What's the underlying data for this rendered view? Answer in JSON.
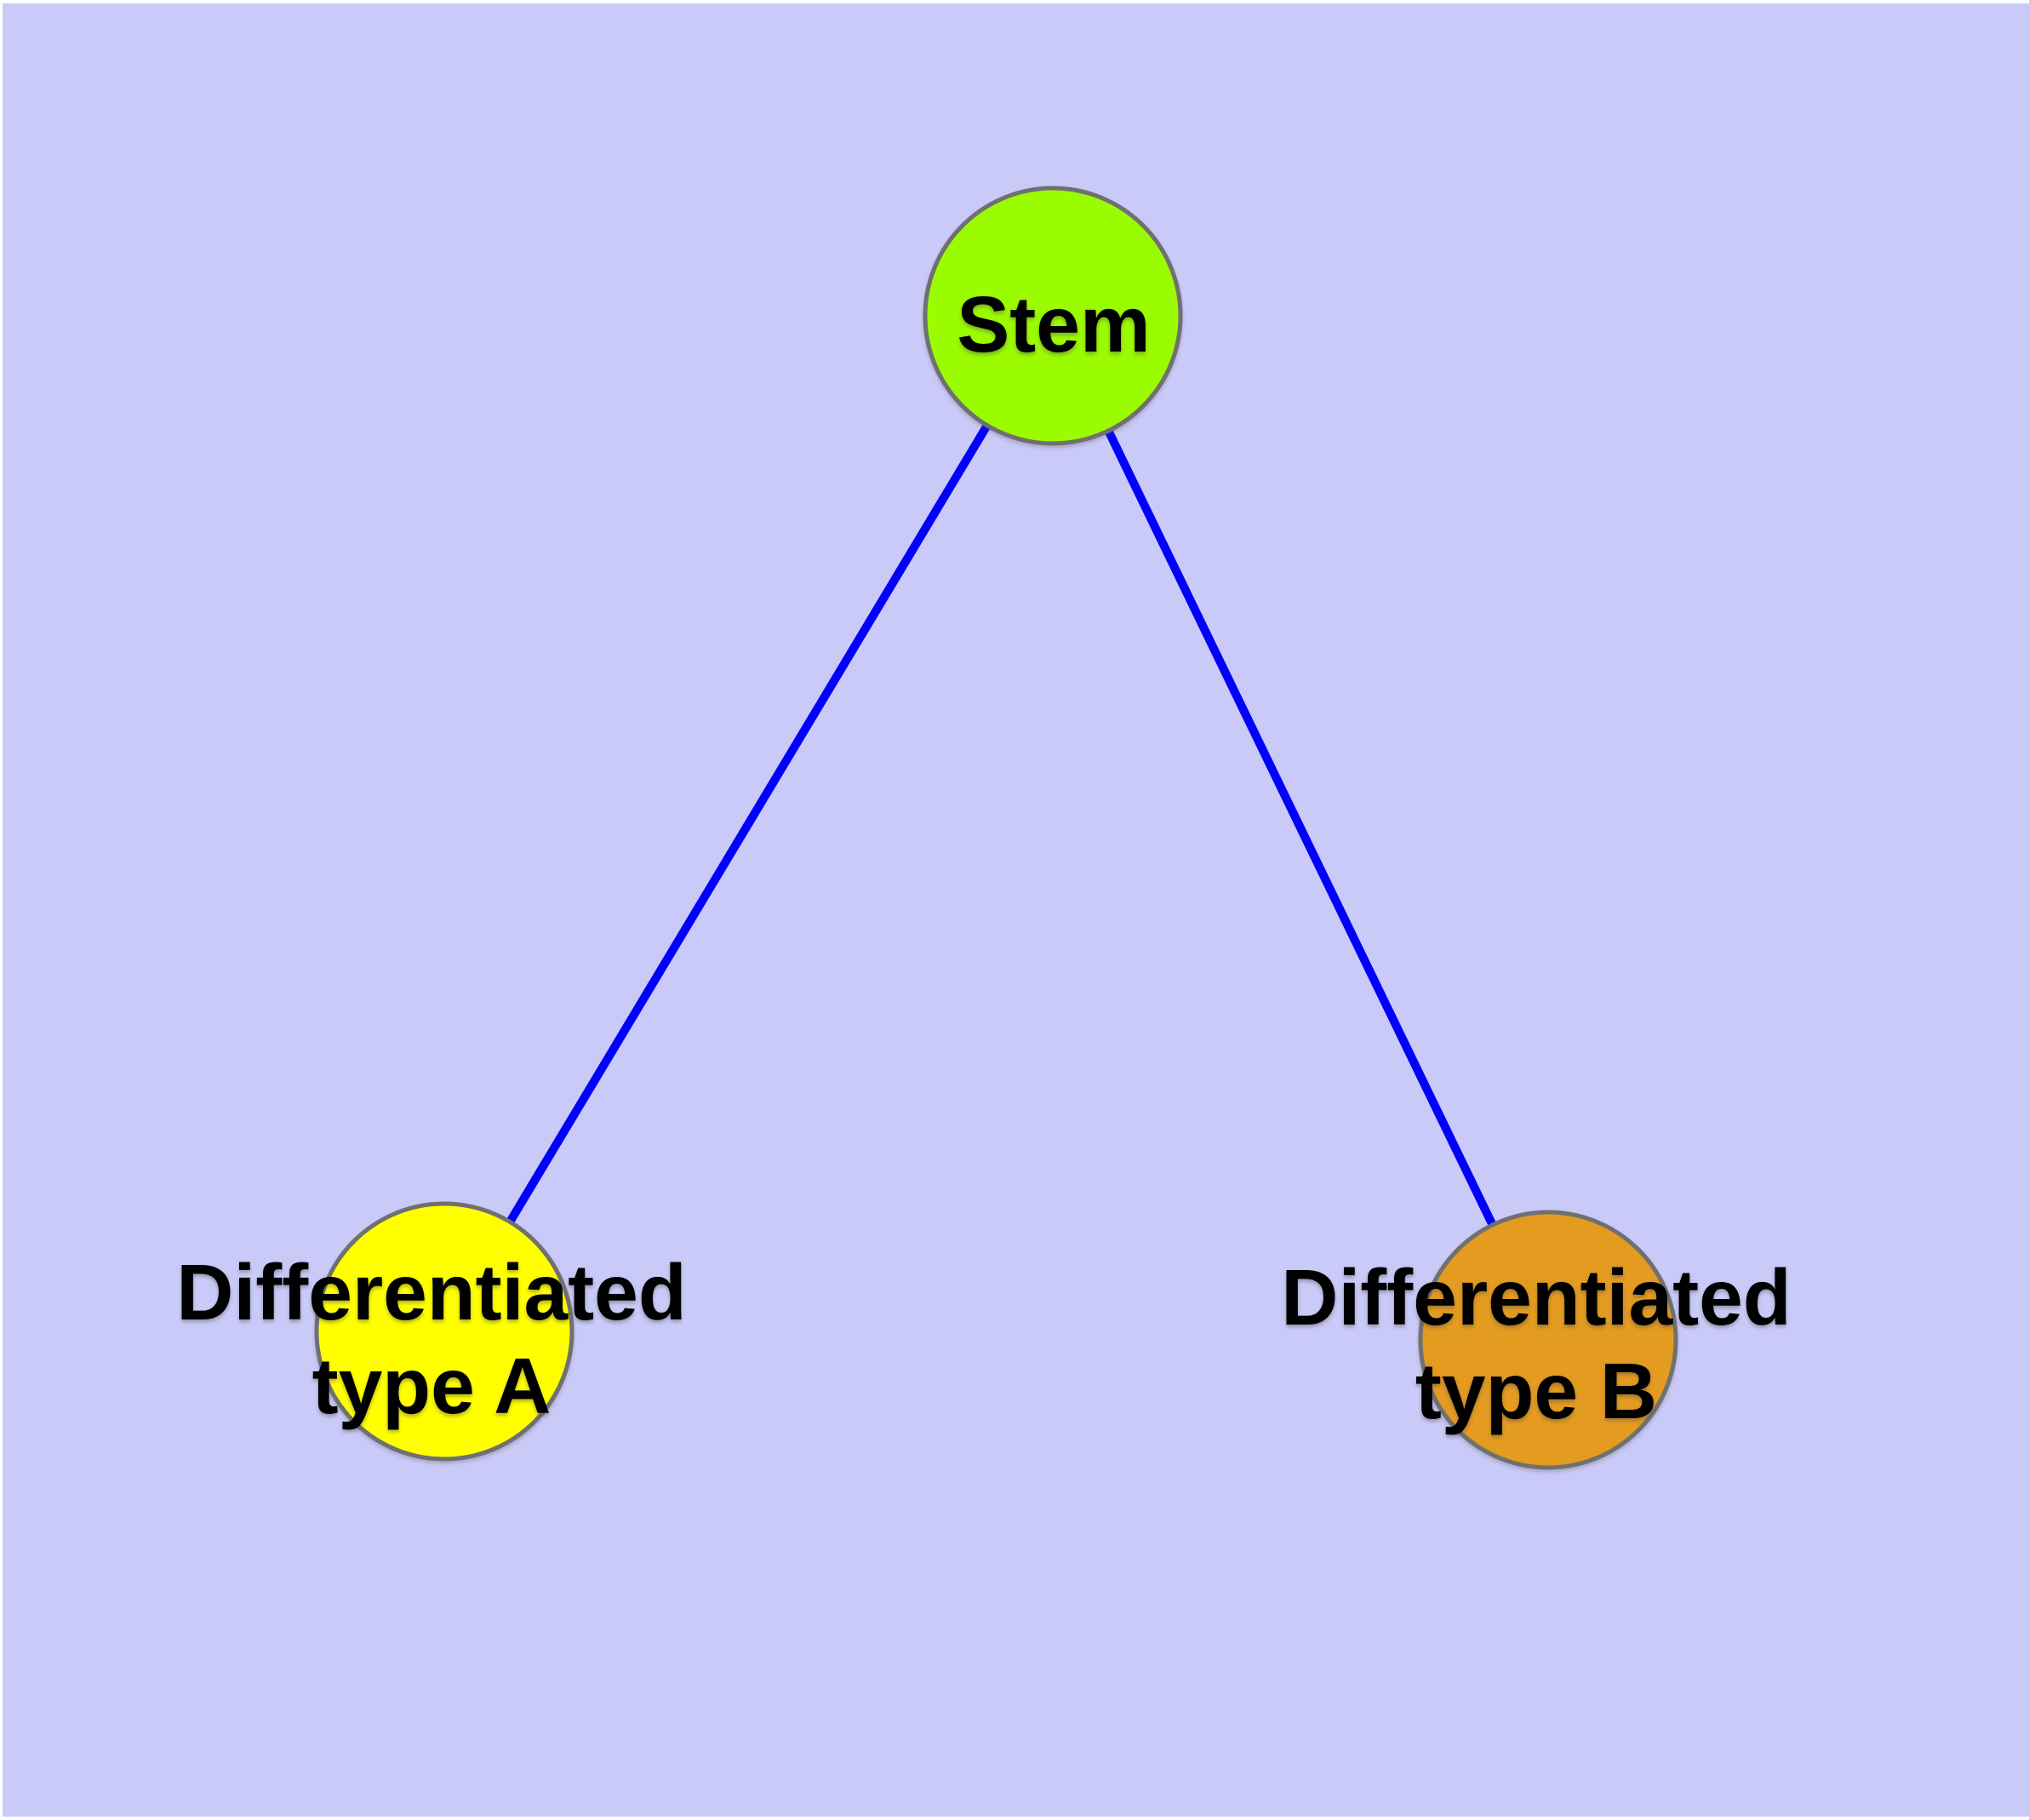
{
  "diagram": {
    "kind": "cell-differentiation-graph",
    "background_color": "#CACAF8",
    "frame_color": "#FFFFFF",
    "edge_color": "#0000FB",
    "node_border_color": "#707070",
    "nodes": [
      {
        "id": "stem",
        "label": "Stem",
        "label_lines": [
          "Stem"
        ],
        "fill": "#9BFB00"
      },
      {
        "id": "differentiated-type-a",
        "label": "Differentiated type A",
        "label_lines": [
          "Differentiated",
          "type A"
        ],
        "fill": "#FFFF00"
      },
      {
        "id": "differentiated-type-b",
        "label": "Differentiated type B",
        "label_lines": [
          "Differentiated",
          "type B"
        ],
        "fill": "#E39B20"
      }
    ],
    "edges": [
      {
        "from": "stem",
        "to": "differentiated-type-a"
      },
      {
        "from": "stem",
        "to": "differentiated-type-b"
      }
    ]
  }
}
